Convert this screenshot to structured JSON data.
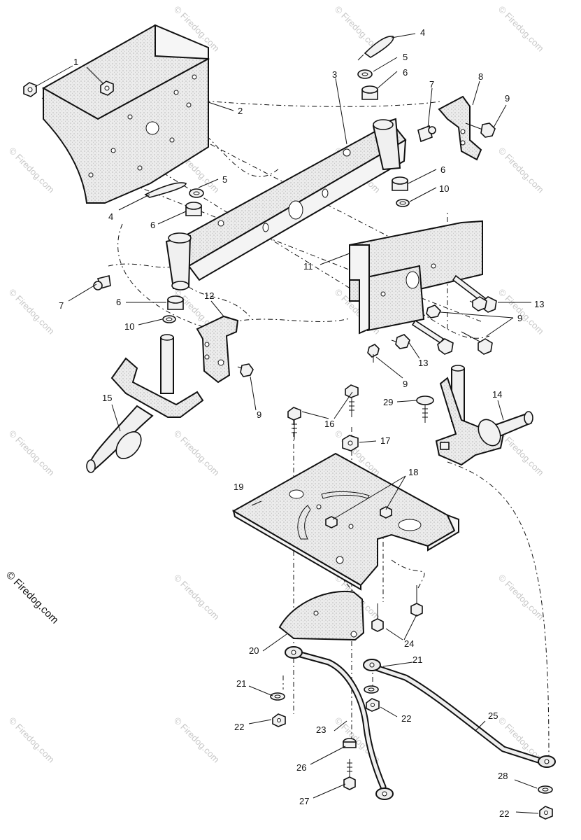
{
  "copyright": "© Firedog.com",
  "watermark": "© Firedog.com",
  "callouts": {
    "c1": "1",
    "c2": "2",
    "c3": "3",
    "c4a": "4",
    "c4b": "4",
    "c5a": "5",
    "c5b": "5",
    "c6a": "6",
    "c6b": "6",
    "c6c": "6",
    "c6d": "6",
    "c7a": "7",
    "c7b": "7",
    "c8": "8",
    "c9a": "9",
    "c9b": "9",
    "c9c": "9",
    "c9d": "9",
    "c10a": "10",
    "c10b": "10",
    "c11": "11",
    "c12": "12",
    "c13a": "13",
    "c13b": "13",
    "c14": "14",
    "c15": "15",
    "c16": "16",
    "c17": "17",
    "c18": "18",
    "c19": "19",
    "c20": "20",
    "c21a": "21",
    "c21b": "21",
    "c22a": "22",
    "c22b": "22",
    "c22c": "22",
    "c23": "23",
    "c24": "24",
    "c25": "25",
    "c26": "26",
    "c27": "27",
    "c28": "28",
    "c29": "29"
  }
}
